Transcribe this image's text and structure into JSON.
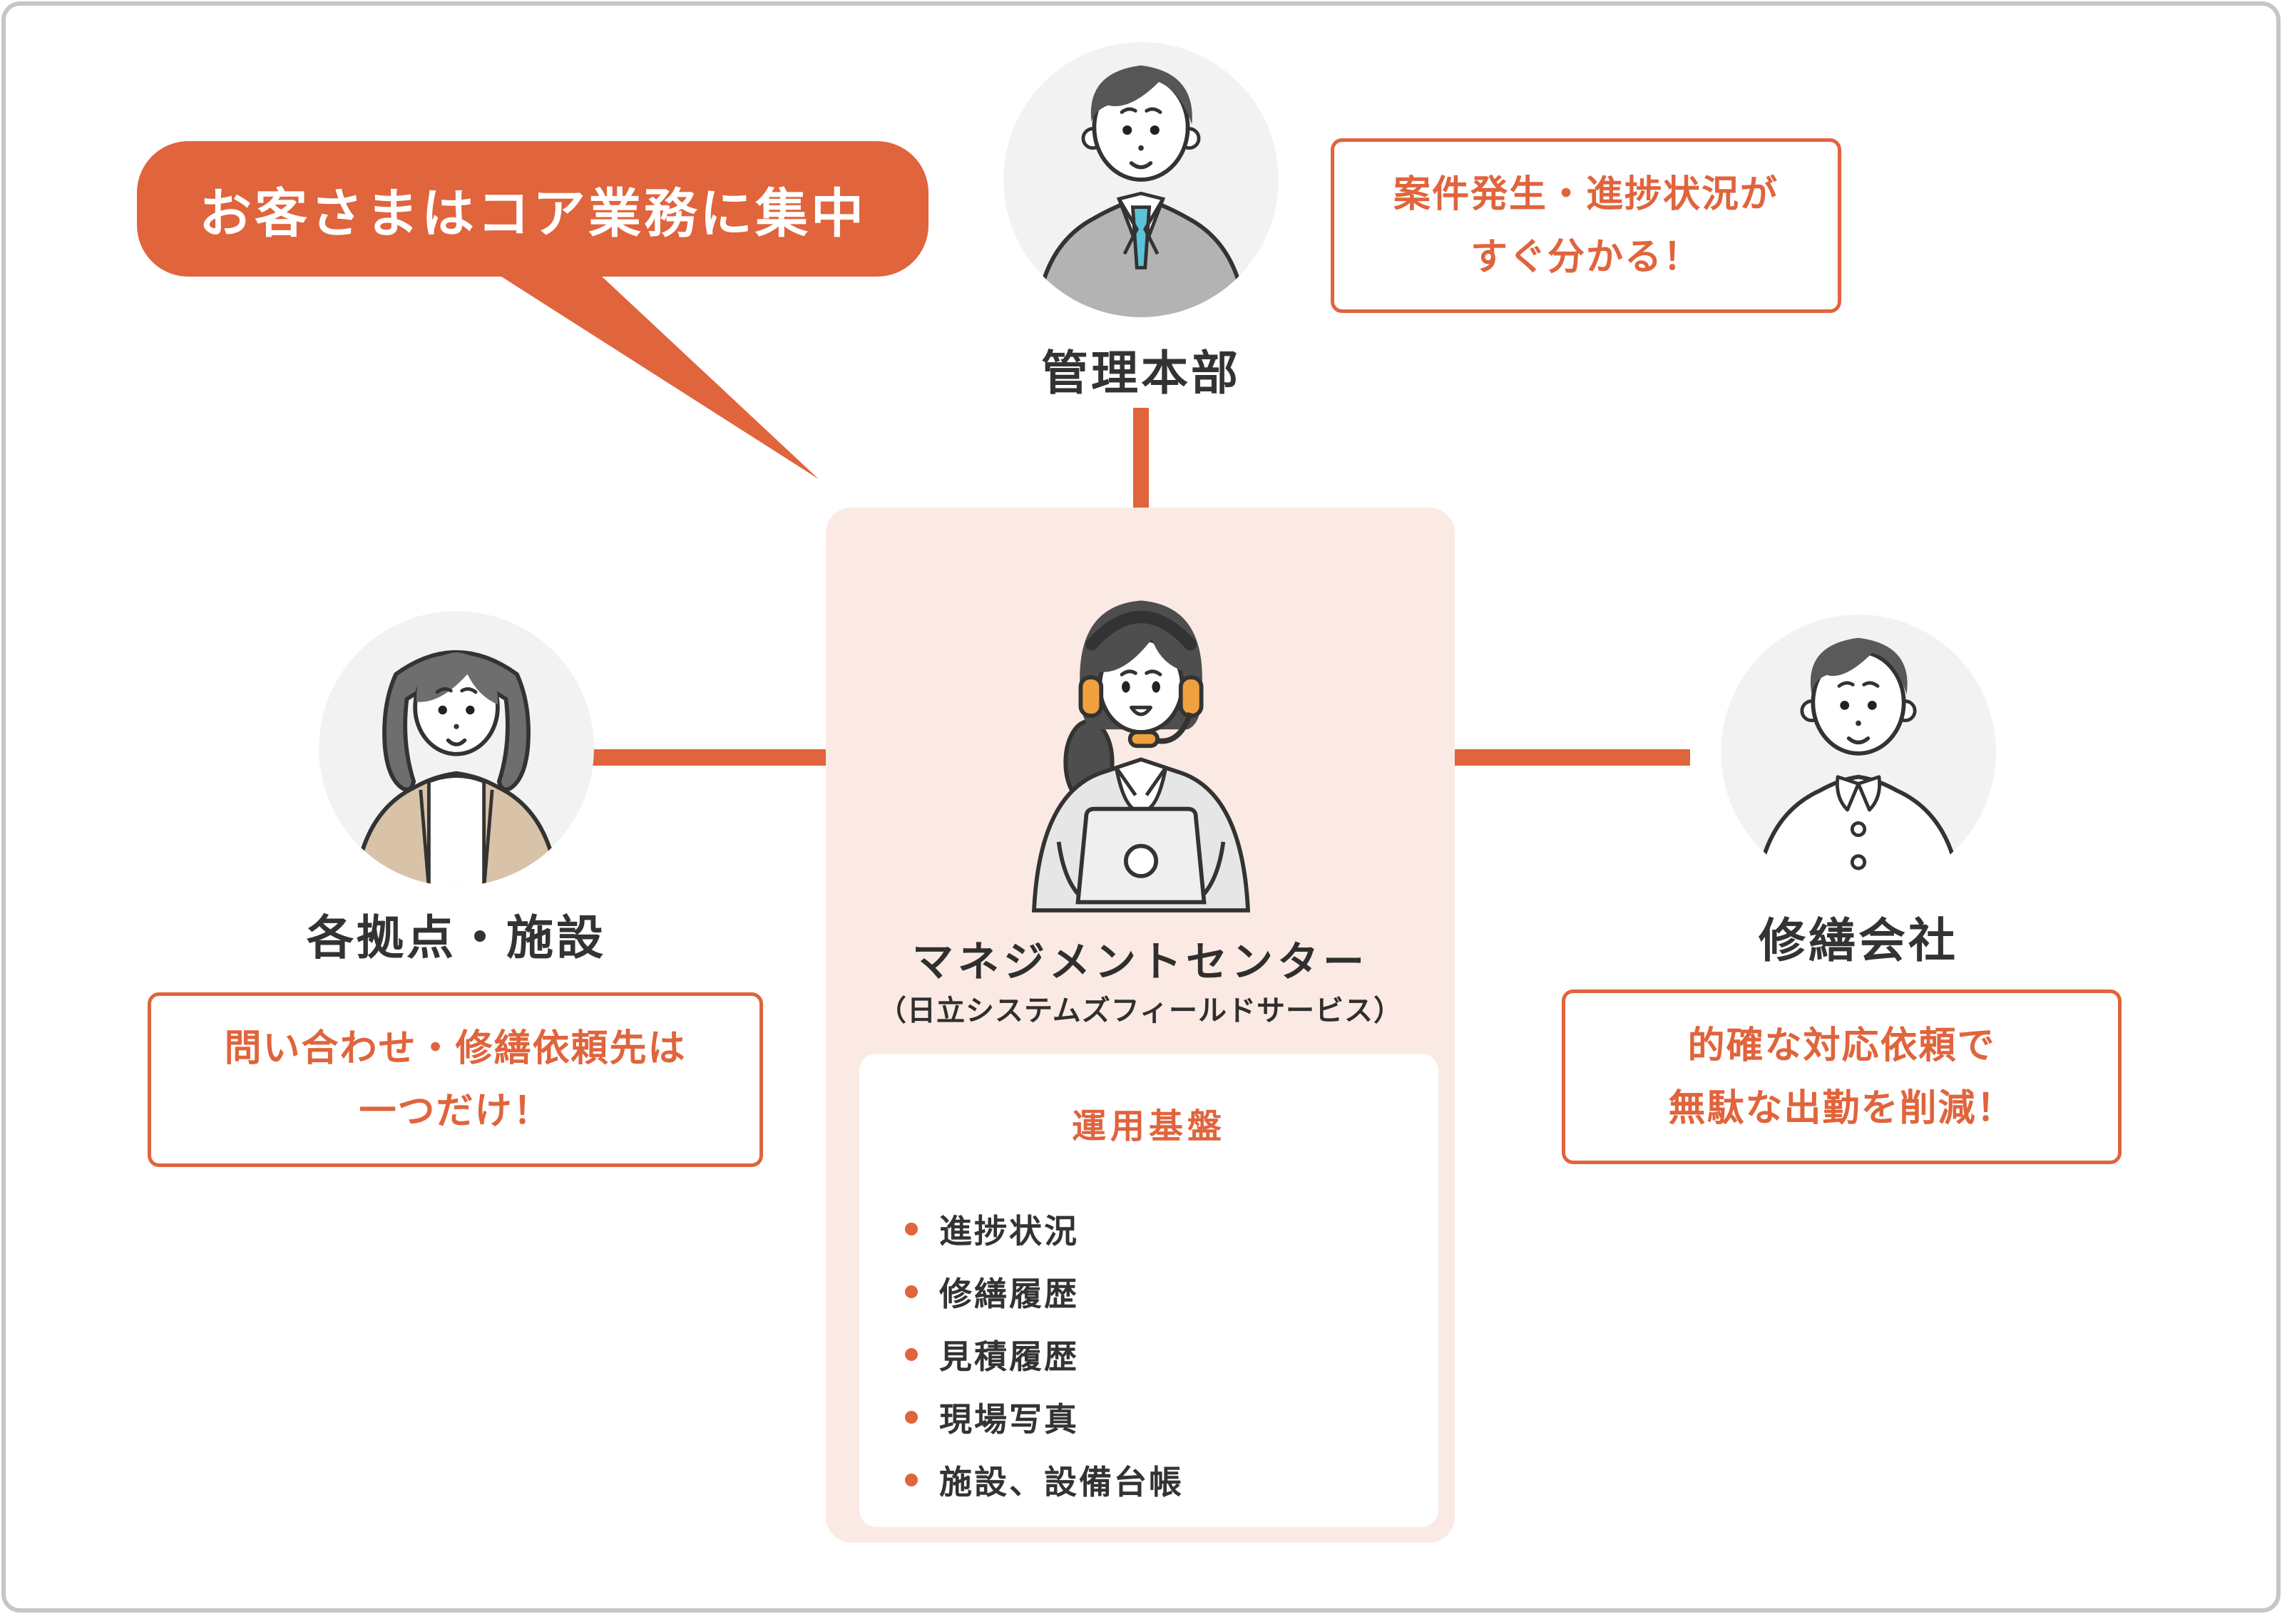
{
  "bubble": {
    "text": "お客さまはコア業務に集中"
  },
  "nodes": {
    "top": {
      "label": "管理本部"
    },
    "left": {
      "label": "各拠点・施設"
    },
    "right": {
      "label": "修繕会社"
    },
    "center": {
      "title": "マネジメントセンター",
      "subtitle": "（日立システムズフィールドサービス）"
    }
  },
  "callouts": {
    "top_right": {
      "lines": [
        "案件発生・進捗状況が",
        "すぐ分かる！"
      ]
    },
    "left": {
      "lines": [
        "問い合わせ・修繕依頼先は",
        "一つだけ！"
      ]
    },
    "right": {
      "lines": [
        "的確な対応依頼で",
        "無駄な出勤を削減！"
      ]
    }
  },
  "platform": {
    "title": "運用基盤",
    "items": [
      "進捗状況",
      "修繕履歴",
      "見積履歴",
      "現場写真",
      "施設、設備台帳"
    ]
  },
  "colors": {
    "accent": "#E0643C",
    "panel": "#FBEAE3",
    "ink": "#333333",
    "white": "#FFFFFF"
  }
}
